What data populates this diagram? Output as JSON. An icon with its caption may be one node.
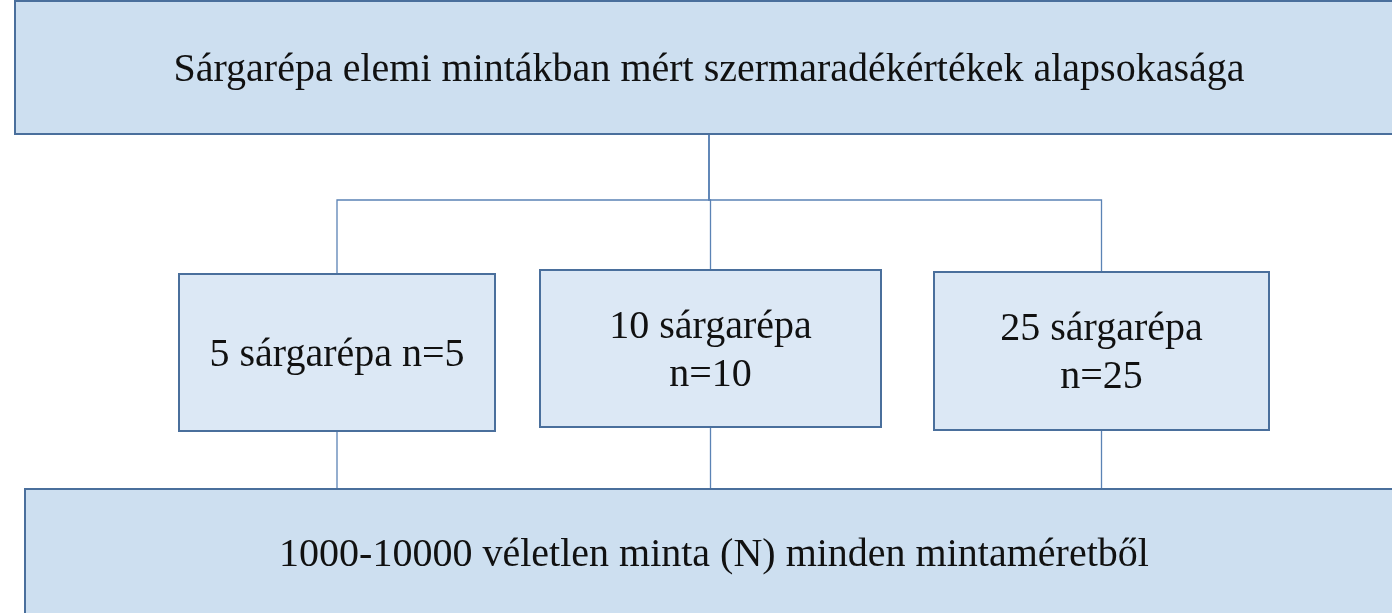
{
  "diagram": {
    "nodes": [
      {
        "text": [
          "Sárgarépa elemi mintákban mért szermaradékértékek alapsokasága"
        ]
      },
      {
        "text": [
          "5 sárgarépa n=5"
        ]
      },
      {
        "text": [
          "10 sárgarépa n=10"
        ]
      },
      {
        "text": [
          "25 sárgarépa n=25"
        ]
      },
      {
        "text": [
          "1000-10000 véletlen minta (N) minden mintaméretből"
        ]
      }
    ],
    "edges": [
      {
        "from": 0,
        "to": 1,
        "arrow": "none"
      },
      {
        "from": 0,
        "to": 2,
        "arrow": "none"
      },
      {
        "from": 0,
        "to": 3,
        "arrow": "none"
      },
      {
        "from": 1,
        "to": 4,
        "arrow": "none"
      },
      {
        "from": 2,
        "to": 4,
        "arrow": "none"
      },
      {
        "from": 3,
        "to": 4,
        "arrow": "none"
      }
    ]
  }
}
